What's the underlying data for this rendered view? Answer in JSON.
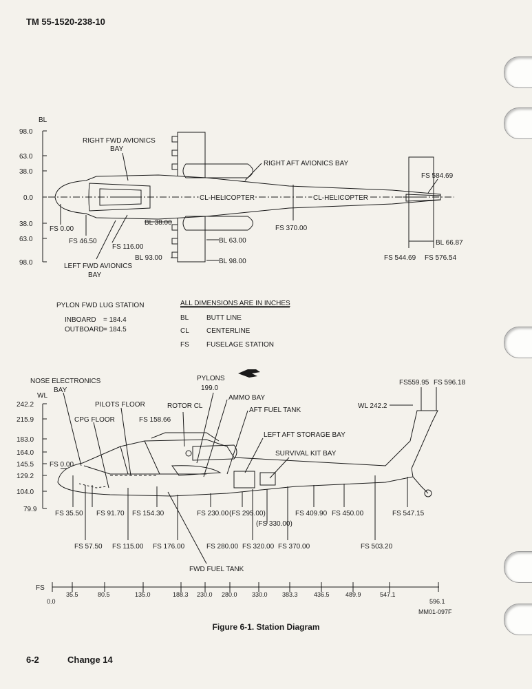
{
  "header": {
    "doc_number": "TM 55-1520-238-10"
  },
  "top_view": {
    "bl_axis": {
      "title": "BL",
      "ticks": [
        "98.0",
        "63.0",
        "38.0",
        "0.0",
        "38.0",
        "63.0",
        "98.0"
      ]
    },
    "labels": {
      "right_fwd_avionics_1": "RIGHT FWD AVIONICS",
      "right_fwd_avionics_2": "BAY",
      "right_aft_avionics": "RIGHT AFT AVIONICS BAY",
      "cl_helicopter_1": "CL-HELICOPTER",
      "cl_helicopter_2": "CL-HELICOPTER",
      "fs_584": "FS 584.69",
      "fs_0": "FS 0.00",
      "fs_46": "FS 46.50",
      "bl_38": "BL 38.00",
      "fs_116": "FS 116.00",
      "bl_63": "BL 63.00",
      "fs_370": "FS 370.00",
      "bl_93": "BL 93.00",
      "bl_98": "BL 98.00",
      "bl_6687": "BL 66.87",
      "fs_544": "FS 544.69",
      "fs_576": "FS 576.54",
      "left_fwd_avionics_1": "LEFT FWD AVIONICS",
      "left_fwd_avionics_2": "BAY"
    }
  },
  "pylon_lug": {
    "title": "PYLON FWD LUG STATION",
    "inboard_label": "INBOARD",
    "inboard_value": "= 184.4",
    "outboard_label": "OUTBOARD",
    "outboard_value": "= 184.5"
  },
  "legend": {
    "title": "ALL DIMENSIONS ARE IN INCHES",
    "items": [
      {
        "abbr": "BL",
        "meaning": "BUTT LINE"
      },
      {
        "abbr": "CL",
        "meaning": "CENTERLINE"
      },
      {
        "abbr": "FS",
        "meaning": "FUSELAGE STATION"
      }
    ]
  },
  "side_view": {
    "wl_axis": {
      "title": "WL",
      "ticks": [
        "242.2",
        "215.9",
        "183.0",
        "164.0",
        "145.5",
        "129.2",
        "104.0",
        "79.9"
      ]
    },
    "labels": {
      "nose_electronics_1": "NOSE ELECTRONICS",
      "nose_electronics_2": "BAY",
      "pylons_1": "PYLONS",
      "pylons_2": "199.0",
      "ammo_bay": "AMMO BAY",
      "aft_fuel_tank": "AFT FUEL TANK",
      "pilots_floor": "PILOTS FLOOR",
      "rotor_cl": "ROTOR CL",
      "cpg_floor": "CPG FLOOR",
      "fs_158": "FS 158.66",
      "left_aft_storage": "LEFT AFT STORAGE BAY",
      "survival_kit": "SURVIVAL KIT BAY",
      "fs_559": "FS559.95",
      "fs_596": "FS 596.18",
      "wl_242": "WL 242.2",
      "fs_0": "FS 0.00",
      "fs_35": "FS 35.50",
      "fs_91": "FS 91.70",
      "fs_154": "FS 154.30",
      "fs_230": "FS 230.00",
      "fs_295": "(FS 295.00)",
      "fs_330": "(FS 330.00)",
      "fs_409": "FS 409.90",
      "fs_450": "FS 450.00",
      "fs_547": "FS 547.15",
      "fs_57": "FS 57.50",
      "fs_115": "FS 115.00",
      "fs_176": "FS 176.00",
      "fs_280": "FS 280.00",
      "fs_320": "FS 320.00",
      "fs_370": "FS 370.00",
      "fs_503": "FS 503.20",
      "fwd_fuel_tank": "FWD FUEL TANK"
    }
  },
  "fs_scale": {
    "title": "FS",
    "ticks": [
      "0.0",
      "35.5",
      "80.5",
      "135.0",
      "188.3",
      "230.0",
      "280.0",
      "330.0",
      "383.3",
      "436.5",
      "489.9",
      "547.1",
      "596.1"
    ]
  },
  "figure_id": "MM01-097F",
  "caption": "Figure 6-1. Station Diagram",
  "footer": {
    "page": "6-2",
    "change": "Change 14"
  }
}
